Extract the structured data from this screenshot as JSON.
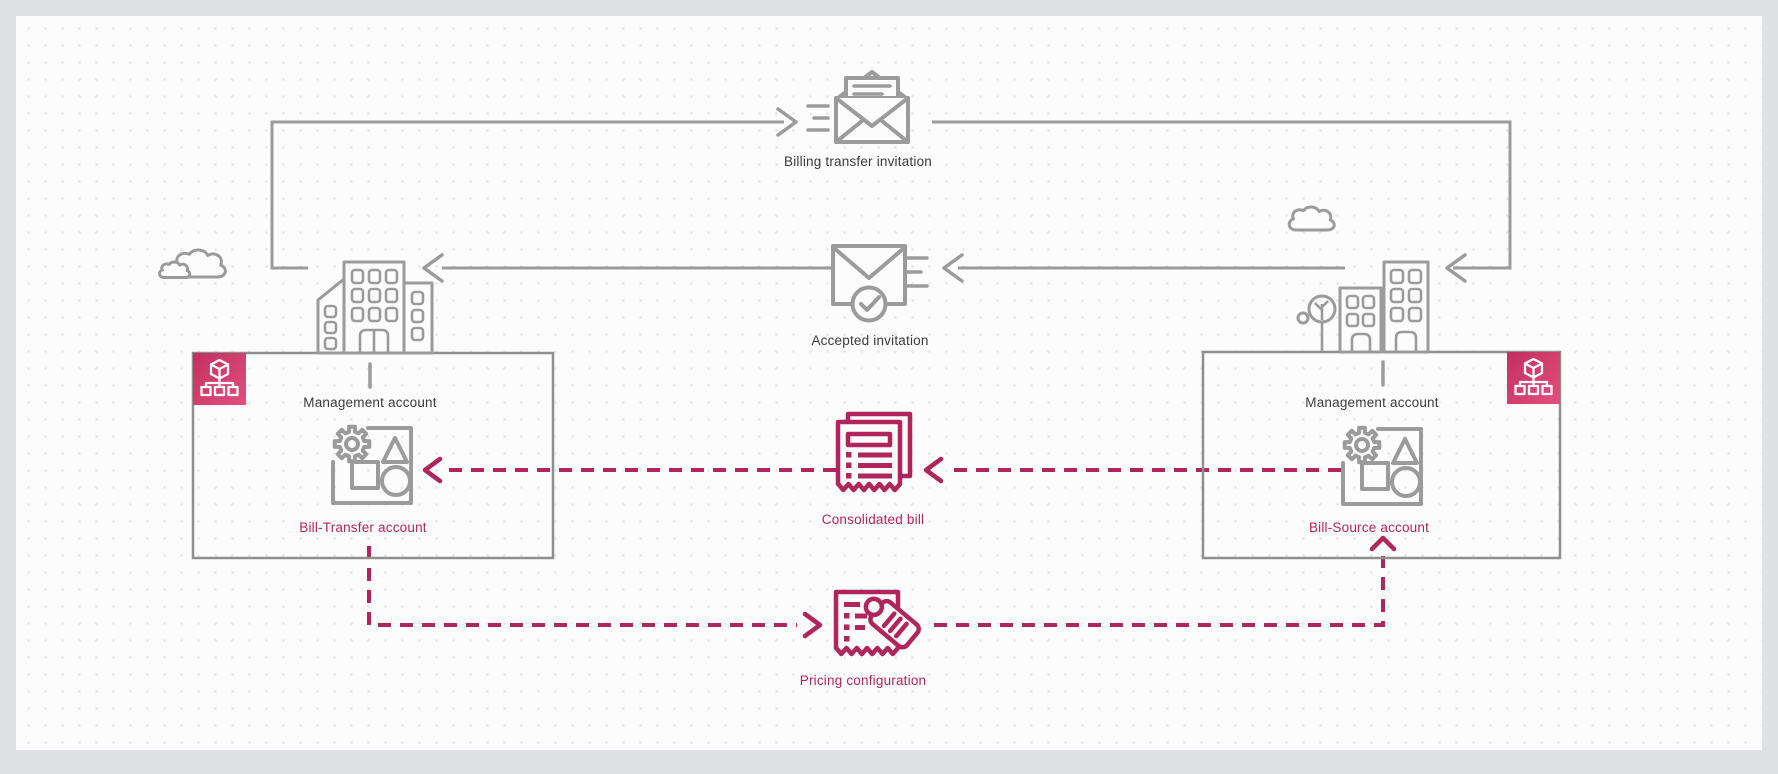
{
  "labels": {
    "billing_transfer_invitation": "Billing transfer invitation",
    "accepted_invitation": "Accepted invitation",
    "management_account_left": "Management account",
    "management_account_right": "Management account",
    "bill_transfer_account": "Bill-Transfer account",
    "bill_source_account": "Bill-Source account",
    "consolidated_bill": "Consolidated bill",
    "pricing_configuration": "Pricing configuration"
  },
  "colors": {
    "background_outer": "#dfe0e4",
    "canvas": "#fcfcfc",
    "grid_dot": "#e8e8e8",
    "gray_line": "#9b9b9b",
    "box_border": "#8f8f8f",
    "text_dark": "#3b3b3b",
    "accent_pink": "#b0265c",
    "badge_gradient_start": "#c13062",
    "badge_gradient_end": "#e34f7b"
  },
  "icons": {
    "badge": "aws-organizations-icon",
    "invitation": "open-envelope-send-icon",
    "accepted": "envelope-check-icon",
    "bill": "consolidated-bill-receipt-icon",
    "pricing": "receipt-price-tag-icon",
    "building": "office-building-icon",
    "cloud": "cloud-icon",
    "account": "aws-account-icon"
  },
  "nodes": {
    "left_box": {
      "type": "management-account",
      "child": "Bill-Transfer account"
    },
    "right_box": {
      "type": "management-account",
      "child": "Bill-Source account"
    }
  }
}
